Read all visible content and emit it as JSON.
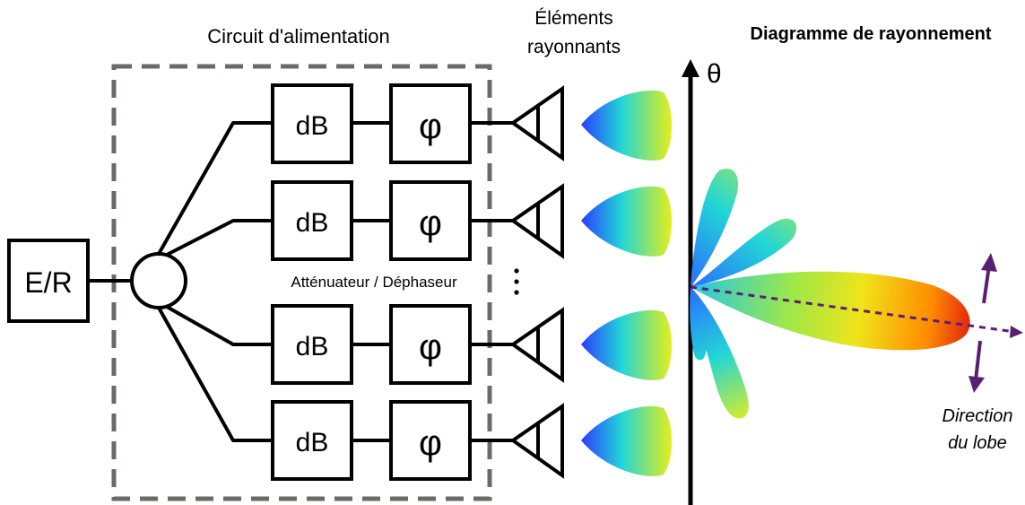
{
  "feed_circuit": {
    "title": "Circuit d'alimentation",
    "transceiver_label": "E/R",
    "attenuator_label": "dB",
    "phase_shifter_label": "φ",
    "module_caption": "Atténuateur / Déphaseur",
    "channel_count": 4
  },
  "radiating": {
    "title_line1": "Éléments",
    "title_line2": "rayonnants",
    "ellipsis": "⋮"
  },
  "pattern": {
    "title": "Diagramme de rayonnement",
    "axis_label": "θ",
    "direction_line1": "Direction",
    "direction_line2": "du lobe"
  },
  "colors": {
    "frame": "#6f6868",
    "arrow": "#5a1f73",
    "gradient_blue": "#2a3cff",
    "gradient_cyan": "#22d6d6",
    "gradient_yellow": "#e6ee1a",
    "gradient_orange": "#ff7a00",
    "gradient_red": "#e0200a"
  }
}
